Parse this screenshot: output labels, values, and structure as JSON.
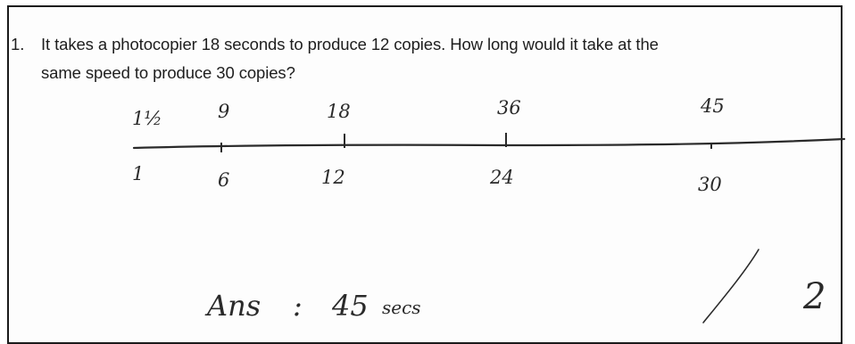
{
  "question": {
    "number": "1.",
    "line1": "It takes a photocopier 18 seconds to produce 12 copies. How long would it take at the",
    "line2": "same speed to produce 30 copies?"
  },
  "number_line": {
    "top_labels": [
      "1½",
      "9",
      "18",
      "36",
      "45"
    ],
    "bottom_labels": [
      "1",
      "6",
      "12",
      "24",
      "30"
    ]
  },
  "answer": {
    "prefix": "Ans",
    "colon": ":",
    "value": "45",
    "unit": "secs"
  },
  "score": {
    "slash": "/",
    "out_of": "2"
  },
  "colors": {
    "ink": "#2a2a2a",
    "text": "#1e1e1e",
    "border": "#1a1a1a"
  }
}
